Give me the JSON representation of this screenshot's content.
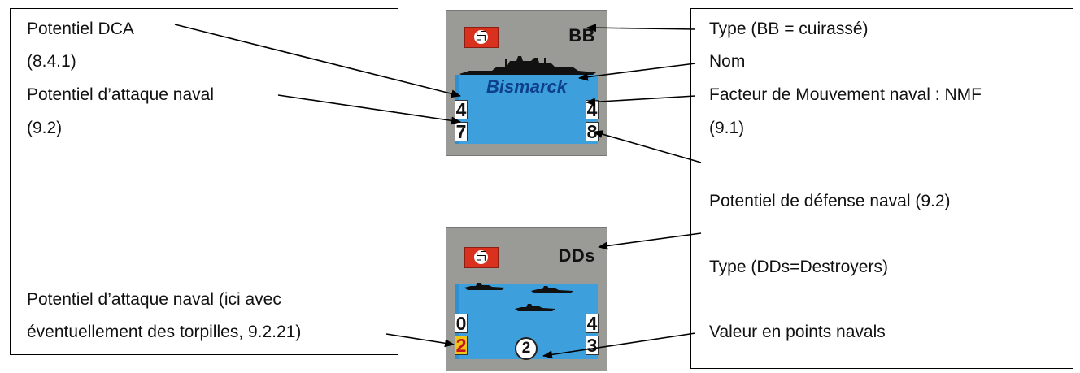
{
  "left_labels": {
    "dca": "Potentiel DCA",
    "dca_ref": "(8.4.1)",
    "attack": "Potentiel d’attaque naval",
    "attack_ref": "(9.2)",
    "torpedo_line1": "Potentiel d’attaque naval (ici avec",
    "torpedo_line2": "éventuellement des torpilles, 9.2.21)"
  },
  "right_labels": {
    "type_bb": "Type (BB = cuirassé)",
    "name": "Nom",
    "nmf": "Facteur de Mouvement naval : NMF",
    "nmf_ref": "(9.1)",
    "defense": "Potentiel de défense naval (9.2)",
    "type_dd": "Type  (DDs=Destroyers)",
    "naval_points": "Valeur en points navals"
  },
  "counter_bb": {
    "flag": "卐",
    "type": "BB",
    "name": "Bismarck",
    "aa": "4",
    "attack": "7",
    "movement": "4",
    "defense": "8"
  },
  "counter_dd": {
    "flag": "卐",
    "type": "DDs",
    "aa": "0",
    "attack": "2",
    "movement": "4",
    "defense": "3",
    "naval_points": "2"
  },
  "colors": {
    "counter_gray": "#9a9a96",
    "panel_blue": "#3d9fdc",
    "flag_red": "#d8321f",
    "name_blue": "#0d3f8a",
    "torpedo_yellow": "#f0c419"
  }
}
